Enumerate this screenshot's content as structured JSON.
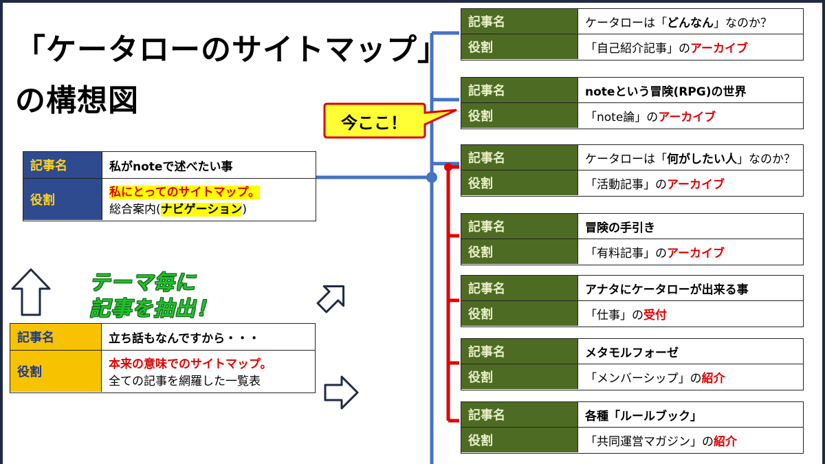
{
  "title": {
    "line1": "「ケータローのサイトマップ」",
    "line2": "の構想図"
  },
  "labels": {
    "article_name": "記事名",
    "role": "役割"
  },
  "bubble": "今ここ！",
  "callout": {
    "line1": "テーマ毎に",
    "line2": "記事を抽出！"
  },
  "sitemap_card": {
    "article": "私がnoteで述べたい事",
    "role_highlight": "私にとってのサイトマップ。",
    "role_line2_pre": "総合案内(",
    "role_line2_bold": "ナビゲーション",
    "role_line2_post": ")"
  },
  "source_card": {
    "article": "立ち話もなんですから・・・",
    "role_red": "本来の意味でのサイトマップ。",
    "role_line2": "全ての記事を網羅した一覧表"
  },
  "right_cards": [
    {
      "article_pre": "ケータローは「",
      "article_bold": "どんなん",
      "article_post": "」なのか？",
      "role_pre": "「自己紹介記事」の",
      "role_red": "アーカイブ"
    },
    {
      "article_pre": "",
      "article_bold": "noteという冒険(RPG)の世界",
      "article_post": "",
      "role_pre": "「note論」の",
      "role_red": "アーカイブ"
    },
    {
      "article_pre": "ケータローは「",
      "article_bold": "何がしたい人",
      "article_post": "」なのか？",
      "role_pre": "「活動記事」の",
      "role_red": "アーカイブ"
    },
    {
      "article_pre": "",
      "article_bold": "冒険の手引き",
      "article_post": "",
      "role_pre": "「有料記事」の",
      "role_red": "アーカイブ"
    },
    {
      "article_pre": "",
      "article_bold": "アナタにケータローが出来る事",
      "article_post": "",
      "role_pre": "「仕事」の",
      "role_red": "受付"
    },
    {
      "article_pre": "",
      "article_bold": "メタモルフォーゼ",
      "article_post": "",
      "role_pre": "「メンバーシップ」の",
      "role_red": "紹介"
    },
    {
      "article_pre": "",
      "article_bold": "各種「ルールブック」",
      "article_post": "",
      "role_pre": "「共同運営マガジン」の",
      "role_red": "紹介"
    }
  ],
  "colors": {
    "green_key": "#4e6b24",
    "blue_key": "#2e4b8f",
    "gold_key": "#f7c300",
    "blue_line": "#4472c4",
    "red_line": "#e00000",
    "highlight": "#ffff00"
  },
  "icons": [
    "up-arrow-icon",
    "up-right-arrow-icon",
    "right-arrow-icon",
    "speech-bubble-icon"
  ]
}
